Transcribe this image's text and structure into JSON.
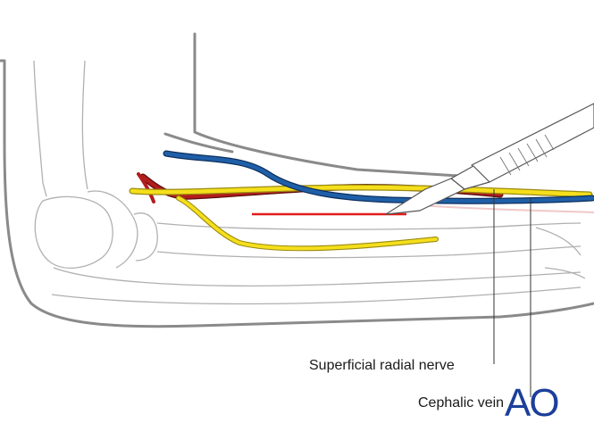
{
  "labels": {
    "superficial_radial_nerve": "Superficial radial nerve",
    "cephalic_vein": "Cephalic vein"
  },
  "logo": {
    "text": "AO",
    "color": "#1b3f9a"
  },
  "colors": {
    "outline": "#8a8a8a",
    "outline_light": "#b5b5b5",
    "nerve": "#f5df1c",
    "nerve_edge": "#9a8a10",
    "vein": "#1f5fa8",
    "vein_edge": "#0d2f5c",
    "artery": "#b31c1c",
    "incision": "#e21b1b",
    "scalpel_fill": "#ffffff",
    "scalpel_edge": "#555555"
  }
}
